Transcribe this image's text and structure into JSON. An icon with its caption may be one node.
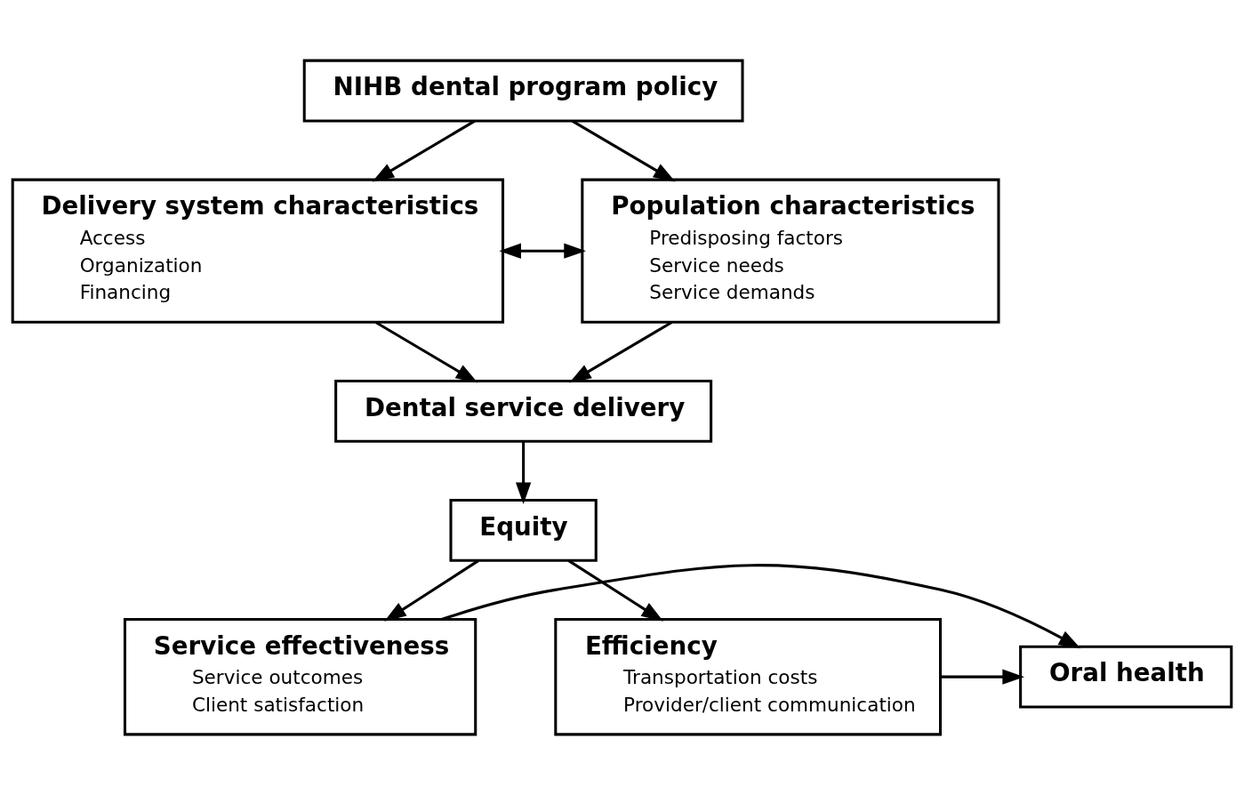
{
  "diagram": {
    "nodes": [
      {
        "text": [
          "NIHB dental program policy"
        ]
      },
      {
        "text": [
          "Delivery system characteristics",
          "Access",
          "Organization",
          "Financing"
        ]
      },
      {
        "text": [
          "Population characteristics",
          "Predisposing factors",
          "Service needs",
          "Service demands"
        ]
      },
      {
        "text": [
          "Dental service delivery"
        ]
      },
      {
        "text": [
          "Equity"
        ]
      },
      {
        "text": [
          "Service effectiveness",
          "Service outcomes",
          "Client satisfaction"
        ]
      },
      {
        "text": [
          "Oral health"
        ]
      },
      {
        "text": [
          "Efficiency",
          "Transportation costs",
          "Provider/client communication"
        ]
      }
    ],
    "edges": [
      {
        "from": 0,
        "to": 1,
        "arrow": "to"
      },
      {
        "from": 0,
        "to": 2,
        "arrow": "to"
      },
      {
        "from": 1,
        "to": 2,
        "arrow": "both"
      },
      {
        "from": 1,
        "to": 3,
        "arrow": "to"
      },
      {
        "from": 2,
        "to": 3,
        "arrow": "to"
      },
      {
        "from": 3,
        "to": 4,
        "arrow": "to"
      },
      {
        "from": 4,
        "to": 5,
        "arrow": "to"
      },
      {
        "from": 4,
        "to": 7,
        "arrow": "to"
      },
      {
        "from": 5,
        "to": 6,
        "arrow": "to"
      },
      {
        "from": 7,
        "to": 6,
        "arrow": "to"
      }
    ]
  }
}
